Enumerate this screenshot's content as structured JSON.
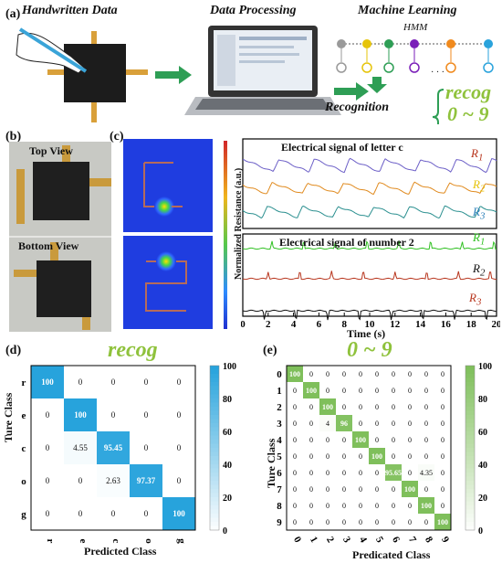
{
  "panel_a": {
    "label": "(a)",
    "handwritten_title": "Handwritten Data",
    "processing_title": "Data Processing",
    "ml_title": "Machine Learning",
    "ml_sub": "HMM",
    "recognition": "Recognition",
    "recog_word": "recog",
    "digits_range": "0 ~ 9",
    "ellipsis": "· · ·"
  },
  "panel_b": {
    "label": "(b)",
    "top_view": "Top View",
    "bottom_view": "Bottom View"
  },
  "panel_c": {
    "label": "(c)",
    "plot1_title": "Electrical signal of letter c",
    "plot2_title": "Electrical signal of number 2",
    "y_label": "Normalized Resistance (a.u.)",
    "x_label": "Time (s)",
    "x_ticks": [
      "0",
      "2",
      "4",
      "6",
      "8",
      "10",
      "12",
      "14",
      "16",
      "18",
      "20"
    ],
    "series_labels": [
      "R",
      "1",
      "R",
      "2",
      "R",
      "3"
    ]
  },
  "panel_d": {
    "label": "(d)",
    "word": "recog",
    "y_label": "Ture Class",
    "x_label": "Predicted Class",
    "classes": [
      "r",
      "e",
      "c",
      "o",
      "g"
    ],
    "matrix": [
      [
        "100",
        "0",
        "0",
        "0",
        "0"
      ],
      [
        "0",
        "100",
        "0",
        "0",
        "0"
      ],
      [
        "0",
        "4.55",
        "95.45",
        "0",
        "0"
      ],
      [
        "0",
        "0",
        "2.63",
        "97.37",
        "0"
      ],
      [
        "0",
        "0",
        "0",
        "0",
        "100"
      ]
    ],
    "colorbar_ticks": [
      "100",
      "80",
      "60",
      "40",
      "20",
      "0"
    ]
  },
  "panel_e": {
    "label": "(e)",
    "title": "0 ~ 9",
    "y_label": "Ture Class",
    "x_label": "Predicated Class",
    "classes": [
      "0",
      "1",
      "2",
      "3",
      "4",
      "5",
      "6",
      "7",
      "8",
      "9"
    ],
    "matrix": [
      [
        "100",
        "0",
        "0",
        "0",
        "0",
        "0",
        "0",
        "0",
        "0",
        "0"
      ],
      [
        "0",
        "100",
        "0",
        "0",
        "0",
        "0",
        "0",
        "0",
        "0",
        "0"
      ],
      [
        "0",
        "0",
        "100",
        "0",
        "0",
        "0",
        "0",
        "0",
        "0",
        "0"
      ],
      [
        "0",
        "0",
        "4",
        "96",
        "0",
        "0",
        "0",
        "0",
        "0",
        "0"
      ],
      [
        "0",
        "0",
        "0",
        "0",
        "100",
        "0",
        "0",
        "0",
        "0",
        "0"
      ],
      [
        "0",
        "0",
        "0",
        "0",
        "0",
        "100",
        "0",
        "0",
        "0",
        "0"
      ],
      [
        "0",
        "0",
        "0",
        "0",
        "0",
        "0",
        "95.65",
        "0",
        "4.35",
        "0"
      ],
      [
        "0",
        "0",
        "0",
        "0",
        "0",
        "0",
        "0",
        "100",
        "0",
        "0"
      ],
      [
        "0",
        "0",
        "0",
        "0",
        "0",
        "0",
        "0",
        "0",
        "100",
        "0"
      ],
      [
        "0",
        "0",
        "0",
        "0",
        "0",
        "0",
        "0",
        "0",
        "0",
        "100"
      ]
    ],
    "colorbar_ticks": [
      "100",
      "80",
      "60",
      "40",
      "20",
      "0"
    ]
  },
  "colors": {
    "blue_heat": "#27a3dc",
    "green_heat": "#7fbf5b",
    "green_arrow": "#2e9e55",
    "recog_text": "#8fc23c",
    "letter_c_r1": "#6c5fc7",
    "letter_c_r2": "#e08a1e",
    "letter_c_r3": "#2a8f8f",
    "num2_r1": "#2fc021",
    "num2_r2": "#b8361e",
    "num2_r3": "#111111"
  }
}
